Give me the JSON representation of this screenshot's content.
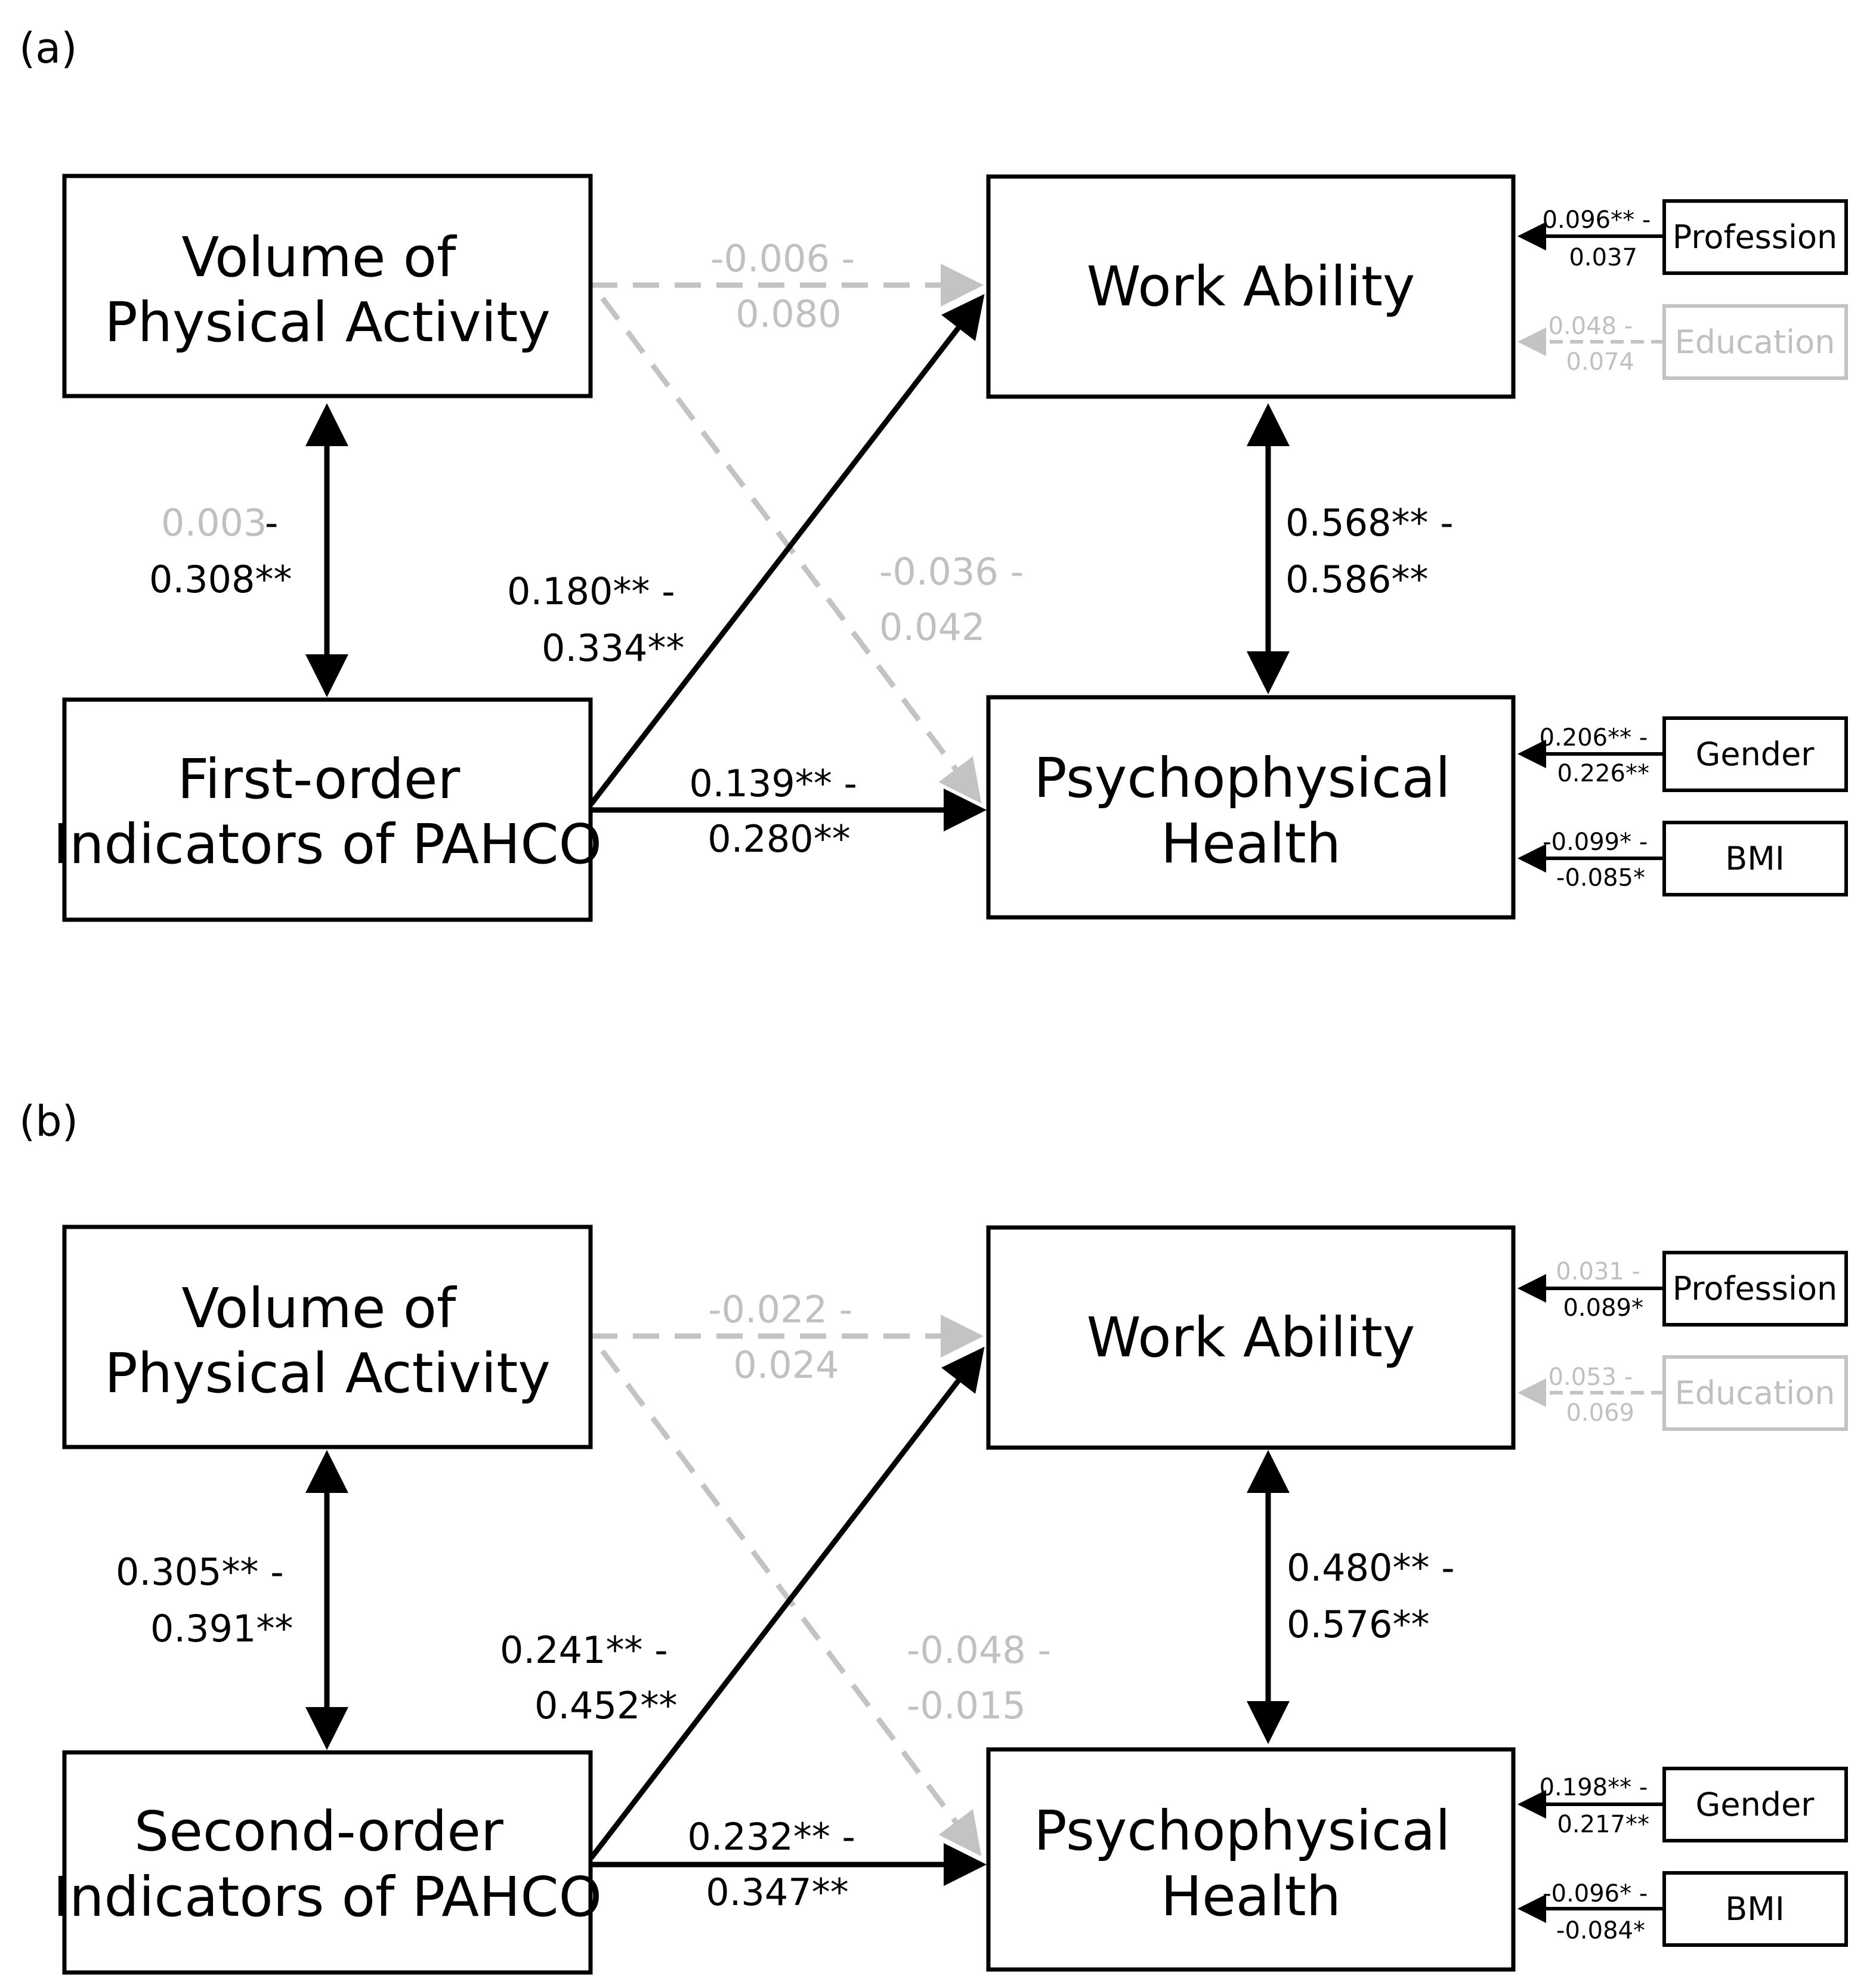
{
  "panel_a": {
    "label": "(a)",
    "boxes": {
      "volume": [
        "Volume of",
        "Physical Activity"
      ],
      "indicators": [
        "First-order",
        "Indicators of PAHCO"
      ],
      "work_ability": "Work Ability",
      "health": [
        "Psychophysical",
        "Health"
      ]
    },
    "controls": {
      "profession": "Profession",
      "education": "Education",
      "gender": "Gender",
      "bmi": "BMI"
    },
    "coefficients": {
      "vol_ind": {
        "a": "0.003",
        "sep": " -",
        "b": "0.308**"
      },
      "vol_wa": [
        "-0.006 -",
        "0.080"
      ],
      "vol_ph": [
        "-0.036 -",
        "0.042"
      ],
      "ind_wa": [
        "0.180** -",
        "0.334**"
      ],
      "ind_ph": [
        "0.139** -",
        "0.280**"
      ],
      "wa_ph": [
        "0.568** -",
        "0.586**"
      ],
      "profession": [
        "0.096** -",
        "0.037"
      ],
      "education": [
        "0.048 -",
        "0.074"
      ],
      "gender": [
        "0.206** -",
        "0.226**"
      ],
      "bmi": [
        "-0.099* -",
        "-0.085*"
      ]
    }
  },
  "panel_b": {
    "label": "(b)",
    "boxes": {
      "volume": [
        "Volume of",
        "Physical Activity"
      ],
      "indicators": [
        "Second-order",
        "Indicators of PAHCO"
      ],
      "work_ability": "Work Ability",
      "health": [
        "Psychophysical",
        "Health"
      ]
    },
    "controls": {
      "profession": "Profession",
      "education": "Education",
      "gender": "Gender",
      "bmi": "BMI"
    },
    "coefficients": {
      "vol_ind": [
        "0.305** -",
        "0.391**"
      ],
      "vol_wa": [
        "-0.022 -",
        "0.024"
      ],
      "vol_ph": [
        "-0.048 -",
        "-0.015"
      ],
      "ind_wa": [
        "0.241** -",
        "0.452**"
      ],
      "ind_ph": [
        "0.232** -",
        "0.347**"
      ],
      "wa_ph": [
        "0.480** -",
        "0.576**"
      ],
      "profession": [
        "0.031 -",
        "0.089*"
      ],
      "education": [
        "0.053 -",
        "0.069"
      ],
      "gender": [
        "0.198** -",
        "0.217**"
      ],
      "bmi": [
        "-0.096* -",
        "-0.084*"
      ]
    }
  }
}
